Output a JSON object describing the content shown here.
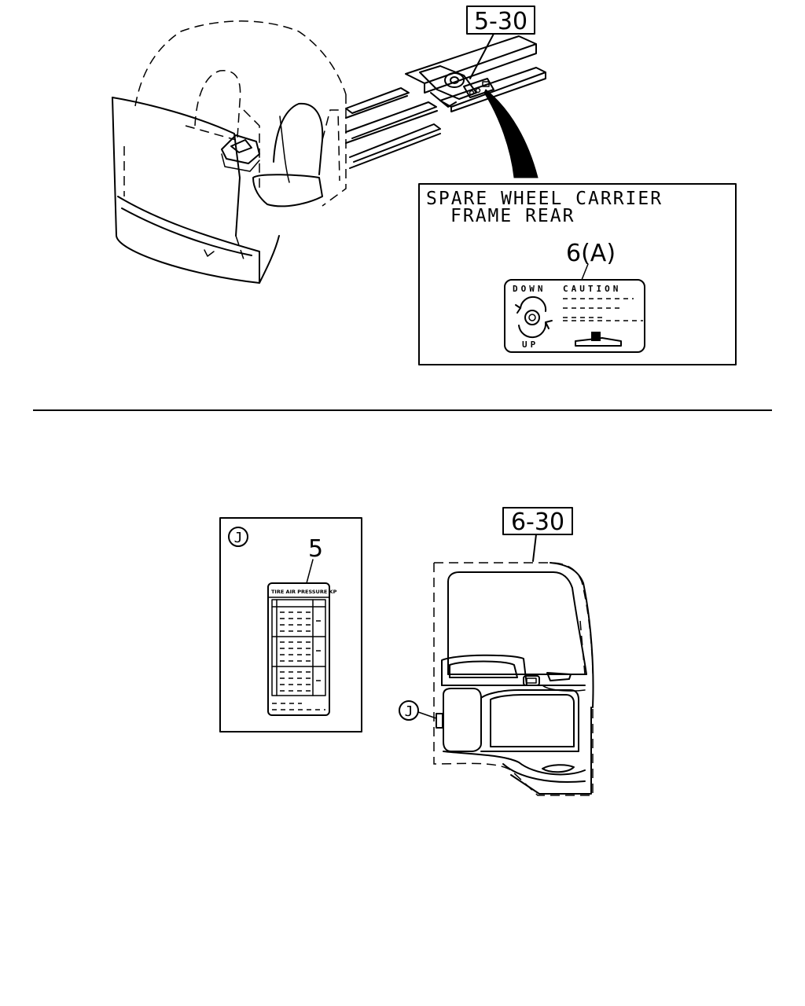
{
  "top_diagram": {
    "ref_label": "5-30",
    "detail_title_line1": "SPARE WHEEL CARRIER",
    "detail_title_line2": "FRAME REAR",
    "part_callout": "6(A)",
    "decal": {
      "down_text": "DOWN",
      "caution_text": "CAUTION",
      "up_text": "UP"
    }
  },
  "bottom_diagram": {
    "ref_label": "6-30",
    "inset_marker": "J",
    "part_callout": "5",
    "decal_header": "TIRE AIR PRESSURE KP",
    "door_marker": "J"
  }
}
